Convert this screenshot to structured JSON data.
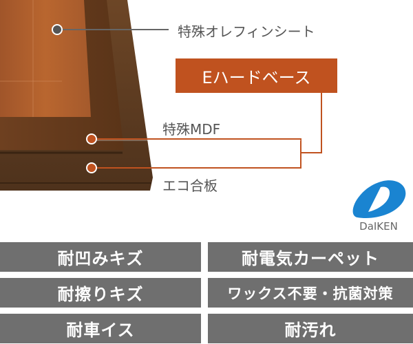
{
  "labels": {
    "sheet": "特殊オレフィンシート",
    "base": "Eハードベース",
    "mdf": "特殊MDF",
    "plywood": "エコ合板"
  },
  "logo": {
    "text": "DaIKEN"
  },
  "features": [
    "耐凹みキズ",
    "耐電気カーペット",
    "耐擦りキズ",
    "ワックス不要・抗菌対策",
    "耐車イス",
    "耐汚れ"
  ],
  "colors": {
    "accent": "#c0521f",
    "button": "#6f6f6f",
    "logo": "#1a84d1"
  }
}
